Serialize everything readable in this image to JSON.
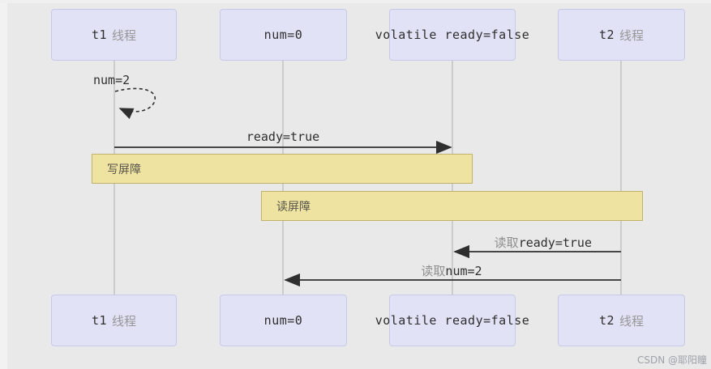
{
  "diagram": {
    "type": "sequence-diagram",
    "topic": "volatile write/read memory barriers between two threads",
    "participants": [
      {
        "id": "t1",
        "code": "t1",
        "cjk": "线程"
      },
      {
        "id": "num",
        "code": "num=0",
        "cjk": ""
      },
      {
        "id": "volatile",
        "code": "volatile ready=false",
        "cjk": ""
      },
      {
        "id": "t2",
        "code": "t2",
        "cjk": "线程"
      }
    ],
    "messages": {
      "self_assign": {
        "label": "num=2",
        "from": "t1",
        "to": "t1",
        "style": "dashed-self-loop"
      },
      "write_ready": {
        "label": "ready=true",
        "from": "t1",
        "to": "volatile",
        "style": "solid-arrow-right"
      },
      "read_ready": {
        "cjk_prefix": "读取",
        "label": "ready=true",
        "from": "t2",
        "to": "volatile",
        "style": "solid-arrow-left"
      },
      "read_num": {
        "cjk_prefix": "读取",
        "label": "num=2",
        "from": "t2",
        "to": "num",
        "style": "solid-arrow-left"
      }
    },
    "barriers": {
      "write": {
        "label": "写屏障"
      },
      "read": {
        "label": "读屏障"
      }
    },
    "watermark": "CSDN @耶阳瞳",
    "colors": {
      "background": "#e9e9e9",
      "participant_fill": "#e1e2f5",
      "participant_border": "#c7c9ea",
      "barrier_fill": "#eee3a1",
      "barrier_border": "#c2b269",
      "lifeline": "#c3c3c3",
      "arrow": "#2f2f2f",
      "code_text": "#2e2e2e",
      "cjk_text": "#979797"
    }
  }
}
